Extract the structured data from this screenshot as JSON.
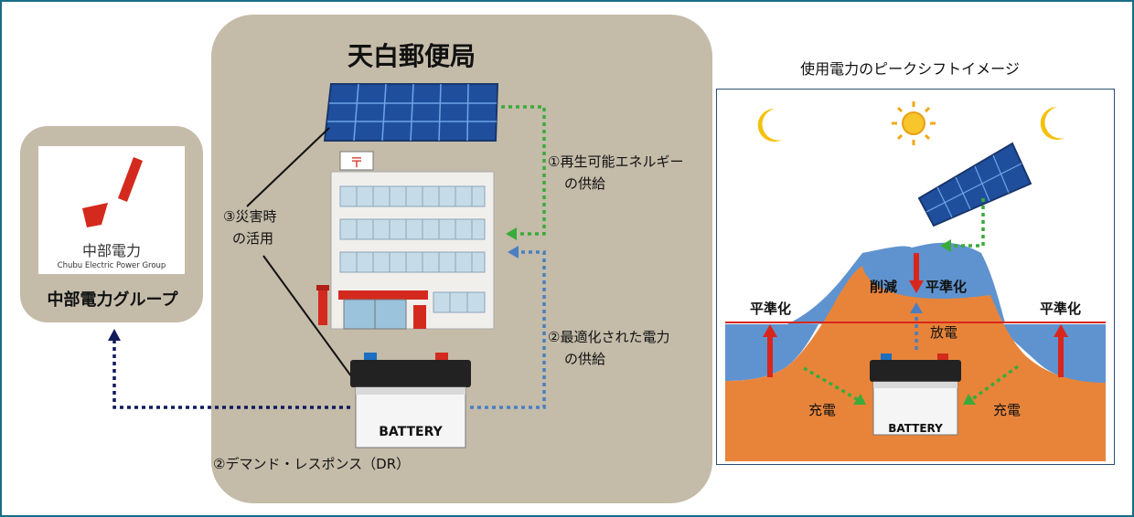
{
  "office": {
    "title": "天白郵便局"
  },
  "company": {
    "logo_jp": "中部電力",
    "logo_en": "Chubu Electric Power Group",
    "name": "中部電力グループ"
  },
  "labels": {
    "renewable_line1": "①再生可能エネルギー",
    "renewable_line2": "の供給",
    "optimized_line1": "②最適化された電力",
    "optimized_line2": "の供給",
    "disaster_line1": "③災害時",
    "disaster_line2": "の活用",
    "demand_response": "②デマンド・レスポンス（DR）"
  },
  "battery": {
    "label": "BATTERY"
  },
  "peak_shift": {
    "title": "使用電力のピークシフトイメージ",
    "leveling_left": "平準化",
    "leveling_right": "平準化",
    "leveling_top": "平準化",
    "reduction": "削減",
    "discharge": "放電",
    "charge_left": "充電",
    "charge_right": "充電"
  },
  "colors": {
    "panel_gray": "#c4bba9",
    "green_flow": "#3aab3a",
    "blue_flow": "#4a7fc1",
    "navy_flow": "#101a5c",
    "demand_orange": "#e8843a",
    "water_blue": "#5f93cf",
    "arrow_red": "#d9261c",
    "logo_red": "#d42a1e"
  },
  "icons": [
    "moon-icon",
    "sun-icon",
    "solar-panel-icon",
    "battery-icon",
    "post-office-building",
    "company-logo-mark"
  ]
}
